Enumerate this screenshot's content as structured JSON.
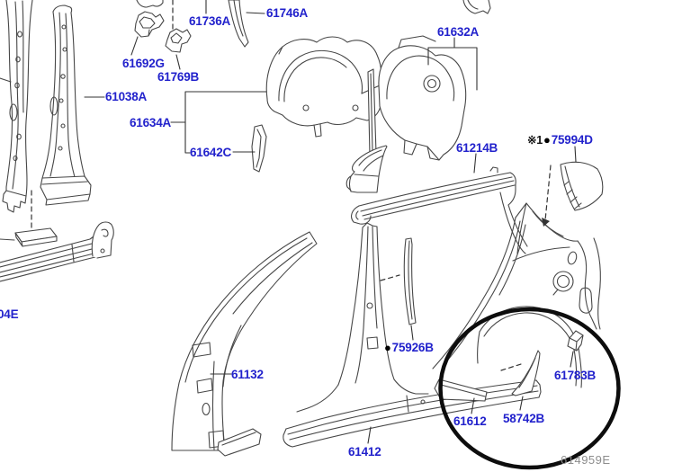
{
  "figure": {
    "background": "#ffffff",
    "line_color": "#474747",
    "callout_color": "#2222cc",
    "highlight_circle_color": "#0d0d0d",
    "labels": {
      "c61736A": "61736A",
      "c61746A": "61746A",
      "c61692G": "61692G",
      "c61769B": "61769B",
      "c61038A": "61038A",
      "c61634A": "61634A",
      "c61642C": "61642C",
      "c61632A": "61632A",
      "c61214B": "61214B",
      "c75994D_prefix": "※1",
      "c75994D_bullet": "●",
      "c75994D": "75994D",
      "c04E": "04E",
      "c75926B_bullet": "●",
      "c75926B": "75926B",
      "c61132": "61132",
      "c61412": "61412",
      "c61612": "61612",
      "c58742B": "58742B",
      "c61783B": "61783B"
    },
    "drawing_code": "614959E"
  }
}
